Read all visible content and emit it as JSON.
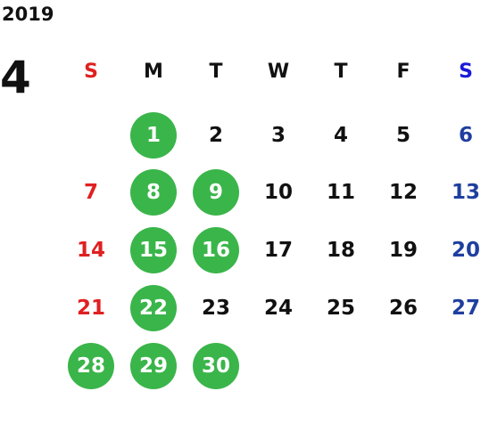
{
  "year": "2019",
  "month": "4",
  "colors": {
    "sunday_header": "#e02020",
    "saturday_header": "#1a1ad8",
    "weekday": "#111111",
    "sunday": "#e02020",
    "saturday": "#1f3f9f",
    "marked_bg": "#3ab54a",
    "marked_text": "#ffffff"
  },
  "weekdays": [
    {
      "label": "S",
      "type": "sun"
    },
    {
      "label": "M",
      "type": "wk"
    },
    {
      "label": "T",
      "type": "wk"
    },
    {
      "label": "W",
      "type": "wk"
    },
    {
      "label": "T",
      "type": "wk"
    },
    {
      "label": "F",
      "type": "wk"
    },
    {
      "label": "S",
      "type": "sat"
    }
  ],
  "weeks": [
    [
      null,
      {
        "d": "1",
        "m": true
      },
      {
        "d": "2"
      },
      {
        "d": "3"
      },
      {
        "d": "4"
      },
      {
        "d": "5"
      },
      {
        "d": "6"
      }
    ],
    [
      {
        "d": "7"
      },
      {
        "d": "8",
        "m": true
      },
      {
        "d": "9",
        "m": true
      },
      {
        "d": "10"
      },
      {
        "d": "11"
      },
      {
        "d": "12"
      },
      {
        "d": "13"
      }
    ],
    [
      {
        "d": "14"
      },
      {
        "d": "15",
        "m": true
      },
      {
        "d": "16",
        "m": true
      },
      {
        "d": "17"
      },
      {
        "d": "18"
      },
      {
        "d": "19"
      },
      {
        "d": "20"
      }
    ],
    [
      {
        "d": "21"
      },
      {
        "d": "22",
        "m": true
      },
      {
        "d": "23"
      },
      {
        "d": "24"
      },
      {
        "d": "25"
      },
      {
        "d": "26"
      },
      {
        "d": "27"
      }
    ],
    [
      {
        "d": "28",
        "m": true
      },
      {
        "d": "29",
        "m": true
      },
      {
        "d": "30",
        "m": true
      },
      null,
      null,
      null,
      null
    ]
  ]
}
